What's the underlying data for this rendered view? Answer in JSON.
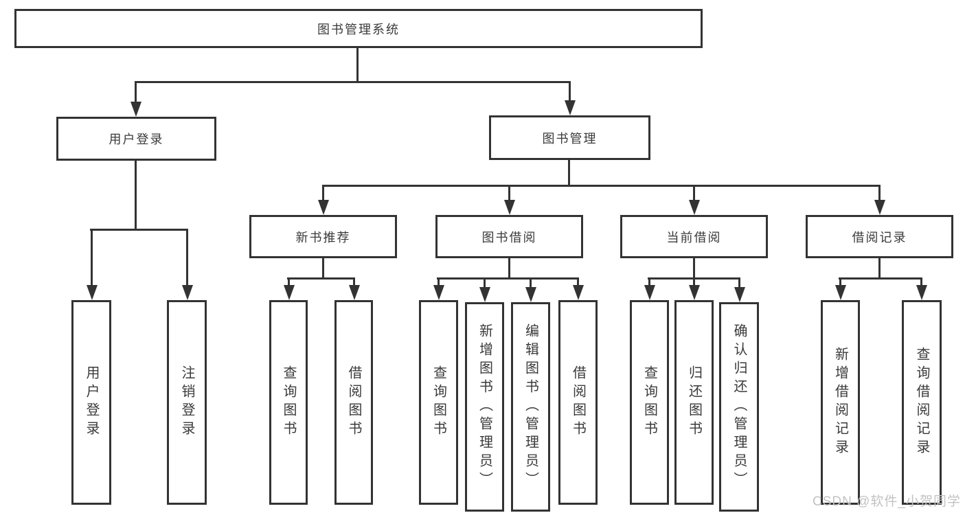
{
  "title": "图书管理系统",
  "watermark": {
    "text": "CSDN @软件_小贺同学",
    "color": "#c2c2c2"
  },
  "colors": {
    "line": "#333333",
    "box_border": "#333333",
    "text": "#3a3a3a",
    "background": "#ffffff"
  },
  "nodes": [
    {
      "id": "root",
      "label": "图书管理系统",
      "level": 1,
      "parent": null
    },
    {
      "id": "user-login",
      "label": "用户登录",
      "level": 2,
      "parent": "root"
    },
    {
      "id": "book-mgmt",
      "label": "图书管理",
      "level": 2,
      "parent": "root"
    },
    {
      "id": "new-book-rec",
      "label": "新书推荐",
      "level": 3,
      "parent": "book-mgmt"
    },
    {
      "id": "book-borrow",
      "label": "图书借阅",
      "level": 3,
      "parent": "book-mgmt"
    },
    {
      "id": "current-borrow",
      "label": "当前借阅",
      "level": 3,
      "parent": "book-mgmt"
    },
    {
      "id": "borrow-record",
      "label": "借阅记录",
      "level": 3,
      "parent": "book-mgmt"
    },
    {
      "id": "leaf-user-login",
      "label": "用户登录",
      "level": 4,
      "parent": "user-login"
    },
    {
      "id": "leaf-logout",
      "label": "注销登录",
      "level": 4,
      "parent": "user-login"
    },
    {
      "id": "leaf-nbr-query",
      "label": "查询图书",
      "level": 4,
      "parent": "new-book-rec"
    },
    {
      "id": "leaf-nbr-borrow",
      "label": "借阅图书",
      "level": 4,
      "parent": "new-book-rec"
    },
    {
      "id": "leaf-bb-query",
      "label": "查询图书",
      "level": 4,
      "parent": "book-borrow"
    },
    {
      "id": "leaf-bb-add",
      "label": "新增图书（管理员）",
      "level": 4,
      "parent": "book-borrow"
    },
    {
      "id": "leaf-bb-edit",
      "label": "编辑图书（管理员）",
      "level": 4,
      "parent": "book-borrow"
    },
    {
      "id": "leaf-bb-borrow",
      "label": "借阅图书",
      "level": 4,
      "parent": "book-borrow"
    },
    {
      "id": "leaf-cb-query",
      "label": "查询图书",
      "level": 4,
      "parent": "current-borrow"
    },
    {
      "id": "leaf-cb-return",
      "label": "归还图书",
      "level": 4,
      "parent": "current-borrow"
    },
    {
      "id": "leaf-cb-confirm",
      "label": "确认归还（管理员）",
      "level": 4,
      "parent": "current-borrow"
    },
    {
      "id": "leaf-br-add",
      "label": "新增借阅记录",
      "level": 4,
      "parent": "borrow-record"
    },
    {
      "id": "leaf-br-query",
      "label": "查询借阅记录",
      "level": 4,
      "parent": "borrow-record"
    }
  ]
}
